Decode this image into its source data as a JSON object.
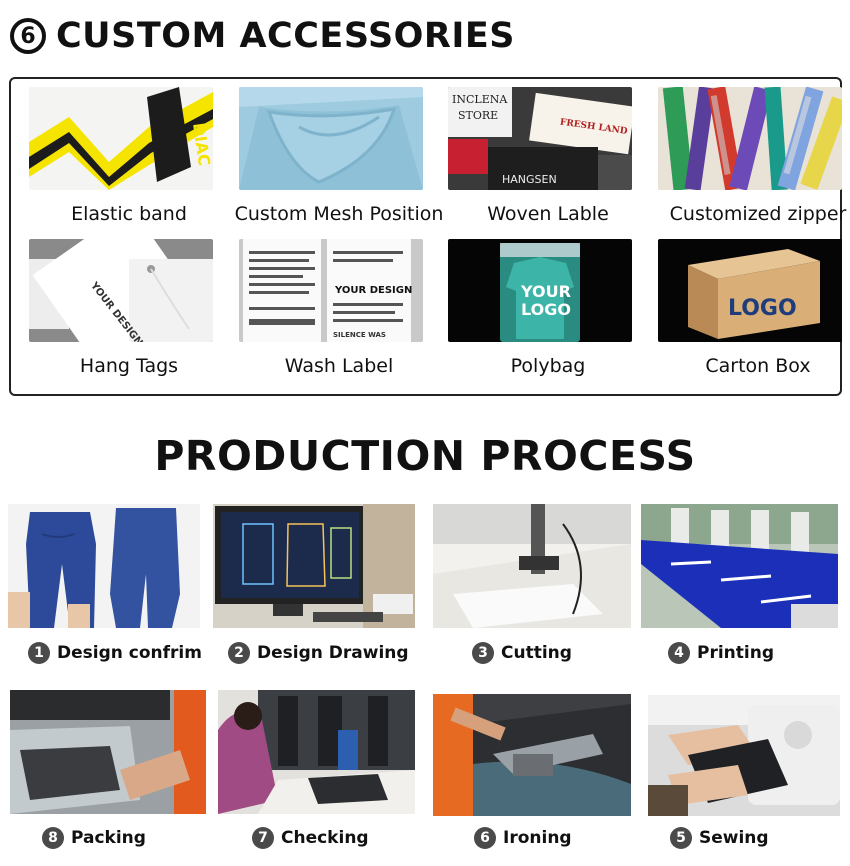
{
  "custom_accessories": {
    "number": "6",
    "title": "CUSTOM ACCESSORIES",
    "items": [
      {
        "label": "Elastic band",
        "image_text": "DIAC"
      },
      {
        "label": "Custom Mesh Position"
      },
      {
        "label": "Woven Lable",
        "image_text": [
          "INCLENA",
          "STORE",
          "FRESH LAND",
          "HANGSEN"
        ]
      },
      {
        "label": "Customized zipper"
      },
      {
        "label": "Hang Tags",
        "image_text": "YOUR DESIGN"
      },
      {
        "label": "Wash Label",
        "image_text": [
          "YOUR DESIGN",
          "SILENCE WAS"
        ]
      },
      {
        "label": "Polybag",
        "image_text": [
          "YOUR",
          "LOGO"
        ]
      },
      {
        "label": "Carton Box",
        "image_text": "LOGO"
      }
    ]
  },
  "production_process": {
    "title": "PRODUCTION PROCESS",
    "steps": [
      {
        "num": "1",
        "label": "Design confrim"
      },
      {
        "num": "2",
        "label": "Design Drawing"
      },
      {
        "num": "3",
        "label": "Cutting"
      },
      {
        "num": "4",
        "label": "Printing"
      },
      {
        "num": "8",
        "label": "Packing"
      },
      {
        "num": "7",
        "label": "Checking"
      },
      {
        "num": "6",
        "label": "Ironing"
      },
      {
        "num": "5",
        "label": "Sewing"
      }
    ]
  }
}
